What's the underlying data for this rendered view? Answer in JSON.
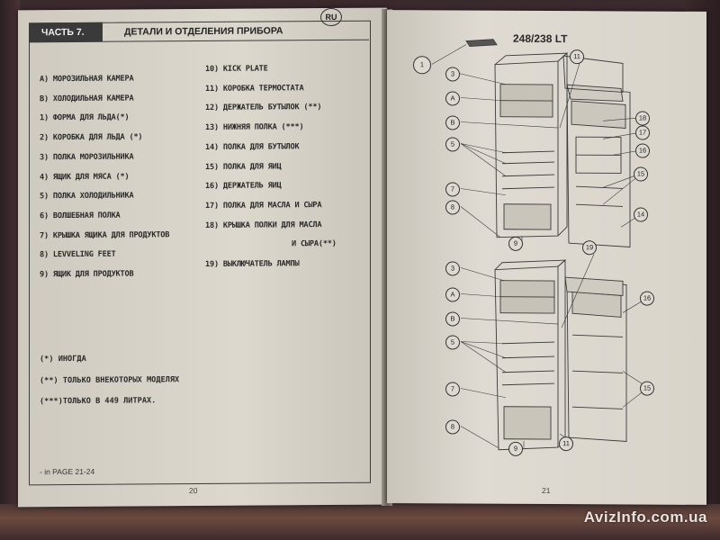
{
  "left_page": {
    "lang_badge": "RU",
    "section_label": "ЧАСТЬ 7.",
    "section_title": "ДЕТАЛИ И ОТДЕЛЕНИЯ ПРИБОРА",
    "col1": [
      "A) МОРОЗИЛЬНАЯ КАМЕРА",
      "B) ХОЛОДИЛЬНАЯ КАМЕРА",
      "1) ФОРМА ДЛЯ ЛЬДА(*)",
      "2) КОРОБКА ДЛЯ ЛЬДА (*)",
      "3) ПОЛКА МОРОЗИЛЬНИКА",
      "4) ЯЩИК ДЛЯ МЯСА (*)",
      "5) ПОЛКА ХОЛОДИЛЬНИКА",
      "6) ВОЛШЕБНАЯ ПОЛКА",
      "7) КРЫШКА ЯЩИКА ДЛЯ ПРОДУКТОВ",
      "8) LEVVELING FEET",
      "9) ЯЩИК ДЛЯ ПРОДУКТОВ"
    ],
    "col2": [
      "10) KICK PLATE",
      "11) КОРОБКА ТЕРМОСТАТА",
      "12) ДЕРЖАТЕЛЬ БУТЫЛОК (**)",
      "13) НИЖНЯЯ ПОЛКА (***)",
      "14) ПОЛКА ДЛЯ БУТЫЛОК",
      "15) ПОЛКА ДЛЯ ЯИЦ",
      "16) ДЕРЖАТЕЛЬ ЯИЦ",
      "17) ПОЛКА ДЛЯ МАСЛА И СЫРА",
      "18) КРЫШКА ПОЛКИ ДЛЯ МАСЛА",
      "И СЫРА(**)",
      "19) ВЫКЛЮЧАТЕЛЬ ЛАМПЫ"
    ],
    "notes": [
      "(*)   ИНОГДА",
      "(**) ТОЛЬКО ВНЕКОТОРЫХ МОДЕЛЯХ",
      "(***)ТОЛЬКО В 449 ЛИТРАХ."
    ],
    "footer_ref": "- in PAGE 21-24",
    "page_number": "20"
  },
  "right_page": {
    "model_title": "248/238 LT",
    "page_number": "21",
    "callouts_top": [
      "1",
      "3",
      "A",
      "B",
      "5",
      "7",
      "8",
      "9",
      "11",
      "18",
      "17",
      "16",
      "15",
      "14"
    ],
    "callouts_bottom": [
      "3",
      "A",
      "B",
      "5",
      "7",
      "8",
      "9",
      "11",
      "19",
      "16",
      "15"
    ]
  },
  "watermark": "AvizInfo.com.ua",
  "colors": {
    "paper": "#d7d3c9",
    "ink": "#2a2a2a",
    "header_dark": "#3a3a3a"
  }
}
